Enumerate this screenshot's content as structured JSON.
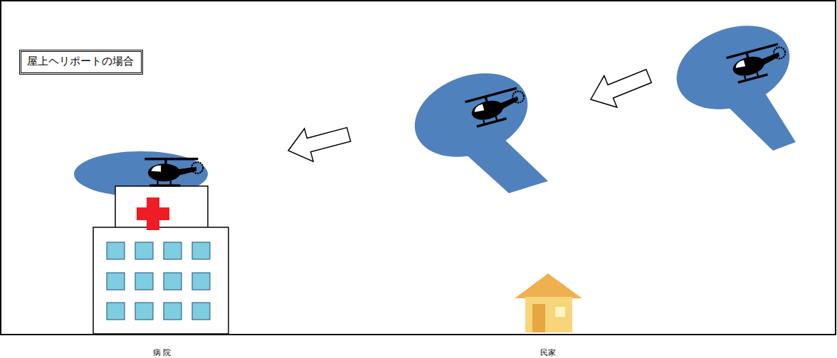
{
  "diagram": {
    "nodes": [
      {
        "text": [
          "屋上ヘリポートの場合"
        ]
      }
    ],
    "labels": [
      "病 院",
      "民家"
    ]
  }
}
